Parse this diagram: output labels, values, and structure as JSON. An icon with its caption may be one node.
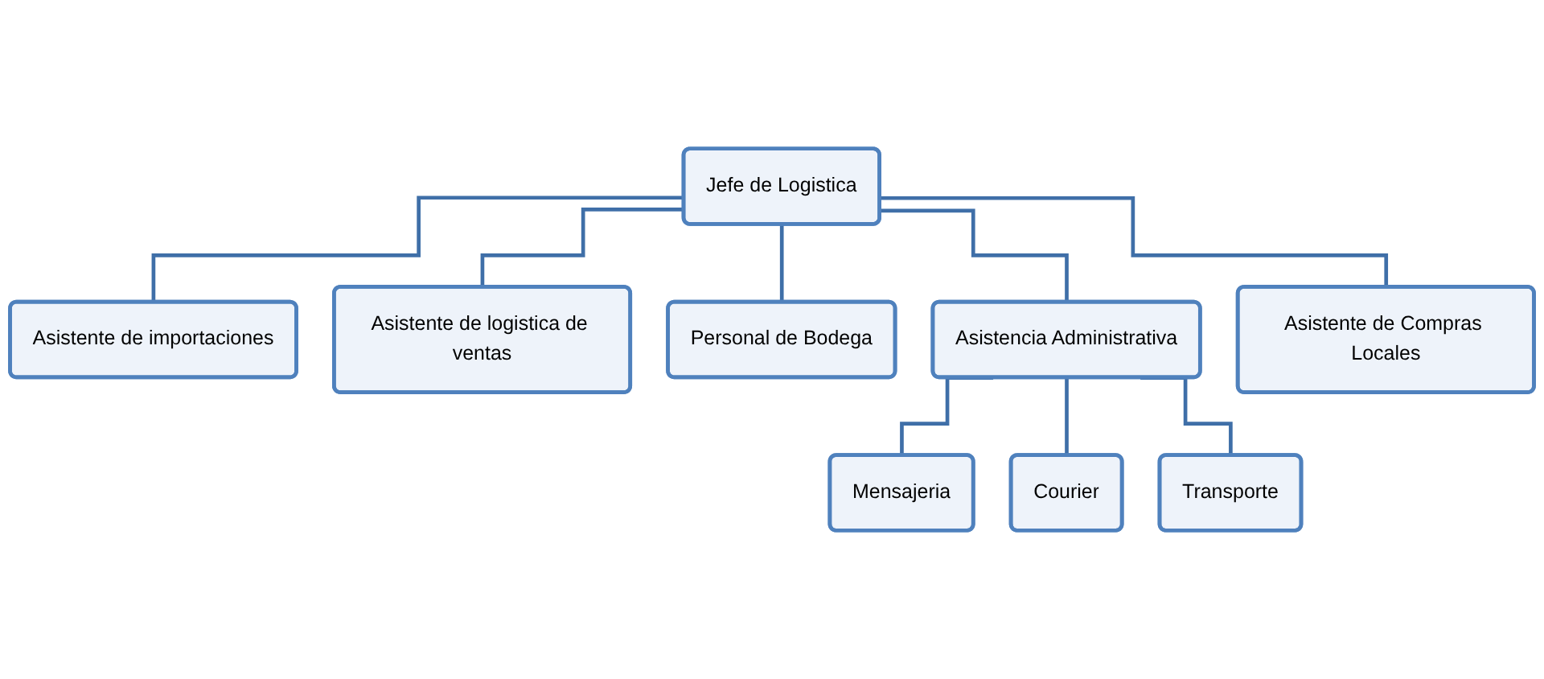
{
  "diagram": {
    "nodes": [
      {
        "text": [
          "Jefe de Logistica"
        ]
      },
      {
        "text": [
          "Asistente de importaciones"
        ]
      },
      {
        "text": [
          "Asistente de logistica de ventas"
        ]
      },
      {
        "text": [
          "Personal de Bodega"
        ]
      },
      {
        "text": [
          "Asistencia Administrativa"
        ]
      },
      {
        "text": [
          "Asistente de Compras Locales"
        ]
      },
      {
        "text": [
          "Mensajeria"
        ]
      },
      {
        "text": [
          "Courier"
        ]
      },
      {
        "text": [
          "Transporte"
        ]
      }
    ],
    "edges": [
      {
        "from": 0,
        "to": 1,
        "arrow": "none"
      },
      {
        "from": 0,
        "to": 2,
        "arrow": "none"
      },
      {
        "from": 0,
        "to": 3,
        "arrow": "none"
      },
      {
        "from": 0,
        "to": 4,
        "arrow": "none"
      },
      {
        "from": 0,
        "to": 5,
        "arrow": "none"
      },
      {
        "from": 4,
        "to": 6,
        "arrow": "none"
      },
      {
        "from": 4,
        "to": 7,
        "arrow": "none"
      },
      {
        "from": 4,
        "to": 8,
        "arrow": "none"
      }
    ]
  }
}
